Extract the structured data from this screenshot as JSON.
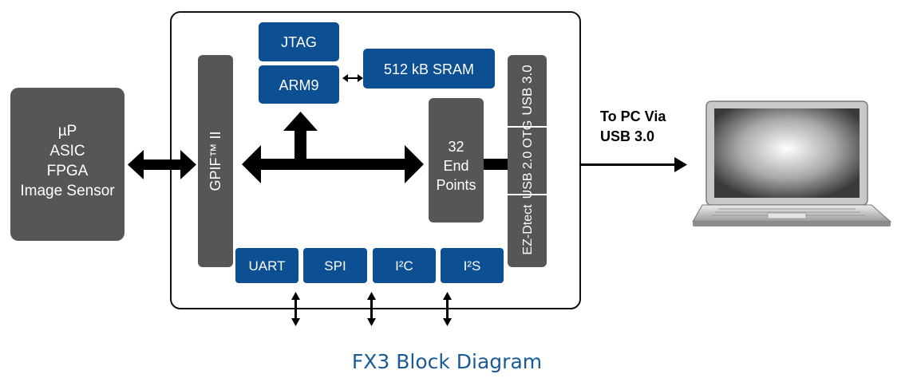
{
  "diagram": {
    "caption": "FX3 Block Diagram",
    "host": {
      "lines": [
        "µP",
        "ASIC",
        "FPGA",
        "Image Sensor"
      ]
    },
    "gpif": {
      "label": "GPIF™ II"
    },
    "jtag": {
      "label": "JTAG"
    },
    "arm9": {
      "label": "ARM9"
    },
    "sram": {
      "label": "512 kB SRAM"
    },
    "endpoints": {
      "lines": [
        "32",
        "End",
        "Points"
      ]
    },
    "usb_phy": {
      "segments": [
        "USB 3.0",
        "USB 2.0 OTG",
        "EZ-Dtect"
      ]
    },
    "peripherals": [
      {
        "label": "UART"
      },
      {
        "label": "SPI"
      },
      {
        "label": "I²C"
      },
      {
        "label": "I²S"
      }
    ],
    "pc_link": {
      "lines": [
        "To PC Via",
        "USB 3.0"
      ]
    }
  },
  "colors": {
    "gray_block": "#565656",
    "blue_block": "#0d4f93",
    "caption": "#1a5b97",
    "arrow": "#000000"
  }
}
